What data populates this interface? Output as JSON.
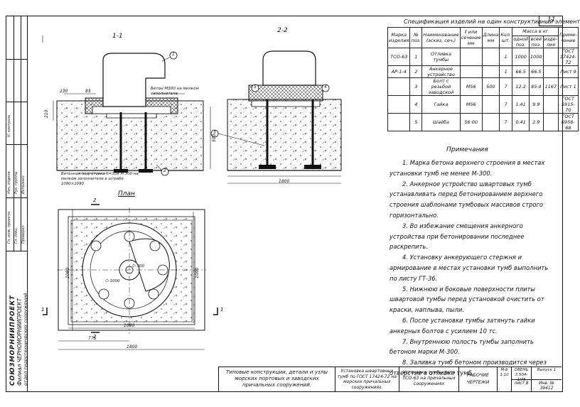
{
  "sheet_number": "11",
  "spec": {
    "title": "Спецификация изделий на один конструктивный элемент",
    "headers": {
      "marka": "Марка изделия",
      "pos": "№ поз.",
      "name": "Наименование (эскиз, сеч.)",
      "len": "ℓ или сечение мм",
      "dlina": "Длина мм",
      "kol": "Кол. шт.",
      "mass": "Масса в кг",
      "odnoi": "одной поз.",
      "vsei": "всей поз.",
      "izd": "изде-лия",
      "prim": "Приме-чание"
    },
    "rows": [
      {
        "marka": "ТСО-63",
        "pos": "1",
        "name": "Отливка тумбы",
        "len": "",
        "dlina": "",
        "kol": "1",
        "odnoi": "1000",
        "vsei": "1000",
        "izd": "",
        "prim": "ГОСТ 17424-72"
      },
      {
        "marka": "АР-1-4",
        "pos": "2",
        "name": "Анкерное устройство",
        "len": "",
        "dlina": "",
        "kol": "1",
        "odnoi": "66.5",
        "vsei": "66.5",
        "izd": "",
        "prim": "Лист 9"
      },
      {
        "marka": "",
        "pos": "3",
        "name": "Болт с резьбой заводской",
        "len": "М56",
        "dlina": "500",
        "kol": "7",
        "odnoi": "12.2",
        "vsei": "85.4",
        "izd": "1167",
        "prim": "Лист 1"
      },
      {
        "marka": "",
        "pos": "4",
        "name": "Гайка",
        "len": "М56",
        "dlina": "",
        "kol": "7",
        "odnoi": "1.41",
        "vsei": "9.9",
        "izd": "",
        "prim": "ГОСТ 5915-70"
      },
      {
        "marka": "",
        "pos": "5",
        "name": "Шайба",
        "len": "56·00",
        "dlina": "",
        "kol": "7",
        "odnoi": "0.41",
        "vsei": "2.9",
        "izd": "",
        "prim": "ГОСТ 6958-68"
      }
    ]
  },
  "notes": {
    "title": "Примечания",
    "items": [
      "1. Марка бетона верхнего строения в местах установки тумб не менее М-300.",
      "2. Анкерное устройство швартовых тумб устанавливать перед бетонированием верхнего строения шаблонами тумбовых массивов строго горизонтально.",
      "3. Во избежание смещения анкерного устройства при бетонировании последнее раскрепить.",
      "4. Установку анкерующего стержня и армирование в местах установки тумб выполнить по листу ГТ-36.",
      "5. Нижнюю и боковые поверхности плиты швартовой тумбы перед установкой очистить от краски, наплыва, пыли.",
      "6. После установки тумбы затянуть гайки анкерных болтов с усилием 10 тс.",
      "7. Внутреннюю полость тумбы заполнить бетоном марки М-300.",
      "8. Заливка тумб бетоном производится через отверстие в отливке тумб."
    ]
  },
  "drawing": {
    "section_1": "1-1",
    "section_2": "2-2",
    "plan": "План",
    "label_beton": "Бетон М300 на мелком заполнителе",
    "label_podg": "Бетонная подготовка h=3см М 300 на мелком заполнителе в штрабе 1090×1090",
    "dims": {
      "d230": "230",
      "d85": "85",
      "d210": "210",
      "d500": "500",
      "d1800": "1800",
      "d1090a": "1090",
      "d1090b": "1090",
      "d775": "775",
      "d1800b": "1800",
      "d1090c": "1090",
      "d300": "∅ 300",
      "d1000": "∅ 1000"
    },
    "callouts": [
      "1",
      "2",
      "3",
      "4",
      "5"
    ],
    "cut_marks": [
      "2",
      "2",
      "1",
      "1"
    ]
  },
  "org": {
    "line1": "СОЮЗМОРНИИПРОЕКТ",
    "line2": "Филиал ЧЕРНОМОРНИИПРОЕКТ",
    "line3": "отдел гидротехнических сооружений"
  },
  "side_stamps": [
    "Гл. инж. проекта",
    "Нач. отдела",
    "Гл. спец.",
    "Рук. группы",
    "Проверил",
    "Исполнил",
    "Н. контроль"
  ],
  "title_block": {
    "c1": "Типовые конструкции, детали и узлы морских портовых и заводских причальных сооружений.",
    "c2": "Установка швартовных тумб по ГОСТ 17424-72 на морских причальных сооружениях.",
    "c3": "Установка тумбы типа ТСО-63 на причальных сооружениях",
    "c4": "РАБОЧИЕ ЧЕРТЕЖИ",
    "scale": "М-б 1:10",
    "oboz": "ОВЕНЬ 3.504-1/75",
    "vypusk": "Выпуск 1",
    "list": "лист 8",
    "inv": "Инв. № 39412"
  }
}
